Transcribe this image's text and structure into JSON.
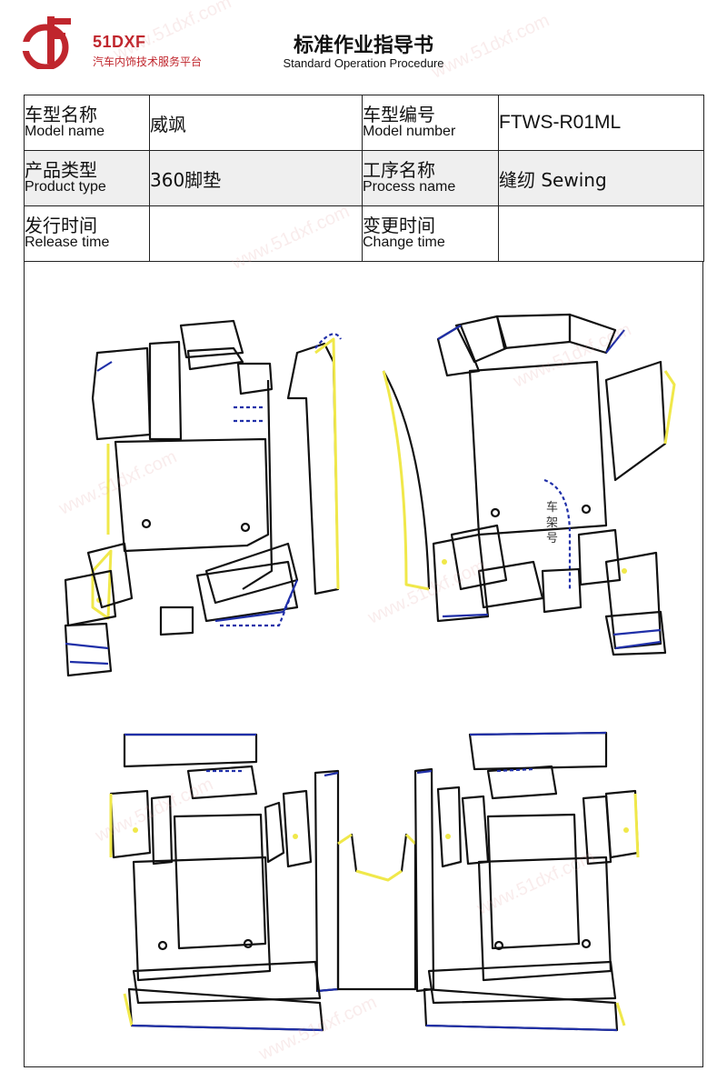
{
  "header": {
    "logo_text": "51DXF",
    "logo_subtitle": "汽车内饰技术服务平台",
    "title": "标准作业指导书",
    "subtitle": "Standard Operation Procedure"
  },
  "info_table": {
    "model_name_zh": "车型名称",
    "model_name_en": "Model name",
    "model_name_value": "威飒",
    "model_number_zh": "车型编号",
    "model_number_en": "Model number",
    "model_number_value": "FTWS-R01ML",
    "product_type_zh": "产品类型",
    "product_type_en": "Product type",
    "product_type_value": "360脚垫",
    "process_name_zh": "工序名称",
    "process_name_en": "Process name",
    "process_name_value": "缝纫 Sewing",
    "release_time_zh": "发行时间",
    "release_time_en": "Release time",
    "release_time_value": "",
    "change_time_zh": "变更时间",
    "change_time_en": "Change time",
    "change_time_value": ""
  },
  "drawing": {
    "frame_label": "车架号",
    "watermark": "www.51dxf.com"
  },
  "colors": {
    "brand": "#c0262d",
    "outline": "#111111",
    "edge_yellow": "#f0e84a",
    "edge_blue": "#1f2fa8"
  }
}
